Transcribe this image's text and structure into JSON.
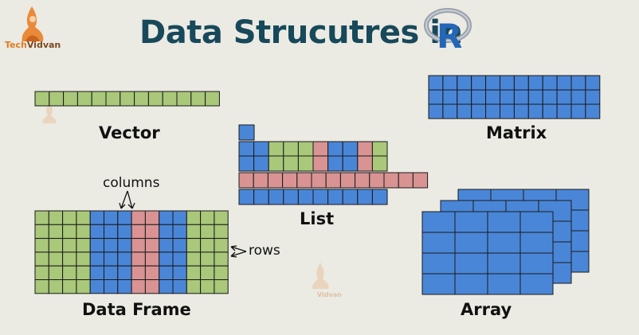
{
  "title": "Data Strucutres in",
  "brand": {
    "part1": "Tech",
    "part2": "Vidvan",
    "watermark_name": "Vidvan"
  },
  "labels": {
    "vector": "Vector",
    "matrix": "Matrix",
    "list": "List",
    "data_frame": "Data Frame",
    "array": "Array",
    "columns": "columns",
    "rows": "rows"
  },
  "colors": {
    "green": "#a9c87a",
    "blue": "#4a86d8",
    "pink": "#d99393",
    "title": "#17495a",
    "logo_orange": "#e98a3a",
    "logo_text_tech": "#e07b20",
    "logo_text_vidvan": "#7b4a1c"
  },
  "icons": {
    "r_logo": "r-logo-icon",
    "brand_logo": "flame-figure-icon"
  }
}
